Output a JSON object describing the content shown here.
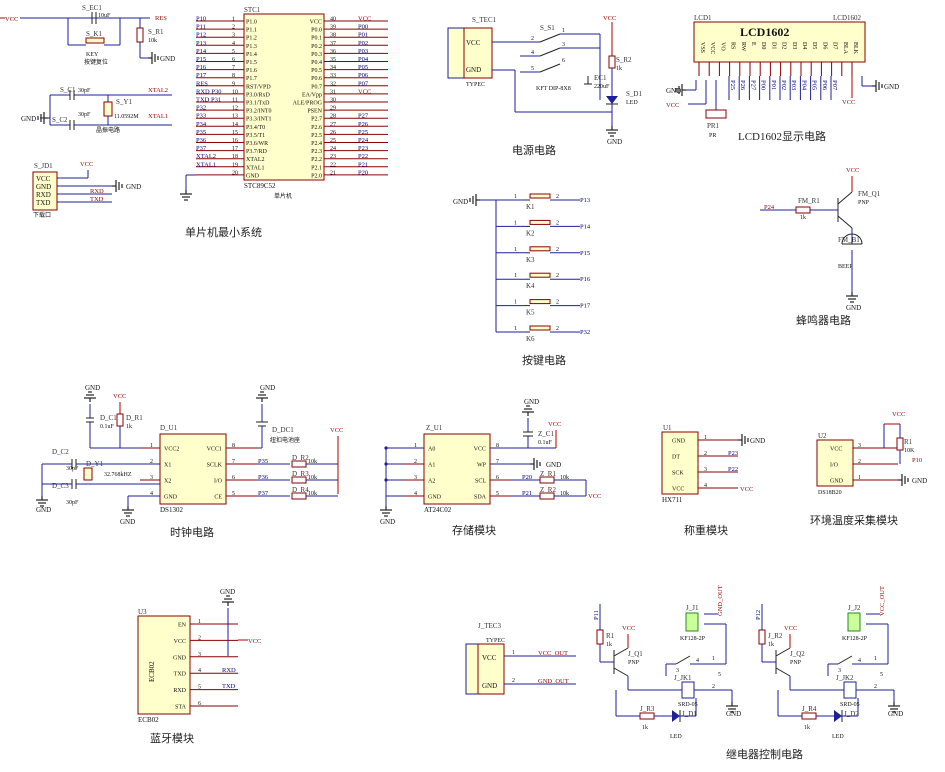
{
  "power": {
    "vcc": "VCC",
    "gnd": "GND"
  },
  "sections": {
    "mcu": "单片机最小系统",
    "power": "电源电路",
    "lcd": "LCD1602显示电路",
    "buttons": "按键电路",
    "buzzer": "蜂鸣器电路",
    "clock": "时钟电路",
    "storage": "存储模块",
    "weight": "称重模块",
    "temp": "环境温度采集模块",
    "bluetooth": "蓝牙模块",
    "relay": "继电器控制电路"
  },
  "reset": {
    "cap": "S_EC1",
    "cap_val": "10uF",
    "res": "S_R1",
    "res_val": "10k",
    "key": "S_K1",
    "key_lbl": "KEY",
    "net": "RES",
    "note": "按键复位"
  },
  "crystal": {
    "c1": "S_C1",
    "c2": "S_C2",
    "c_val": "30pF",
    "xtal": "S_Y1",
    "freq": "11.0592M",
    "n1": "XTAL2",
    "n2": "XTAL1",
    "note": "晶振电路"
  },
  "download": {
    "ref": "S_JD1",
    "pins": [
      "VCC",
      "GND",
      "RXD",
      "TXD"
    ],
    "nets": [
      "RXD",
      "TXD"
    ],
    "note": "下载口"
  },
  "mcu": {
    "ref": "STC1",
    "part": "STC89C52",
    "sub": "单片机",
    "left_pins": [
      {
        "num": "1",
        "name": "P1.0",
        "net": "P10"
      },
      {
        "num": "2",
        "name": "P1.1",
        "net": "P11"
      },
      {
        "num": "3",
        "name": "P1.2",
        "net": "P12"
      },
      {
        "num": "4",
        "name": "P1.3",
        "net": "P13"
      },
      {
        "num": "5",
        "name": "P1.4",
        "net": "P14"
      },
      {
        "num": "6",
        "name": "P1.5",
        "net": "P15"
      },
      {
        "num": "7",
        "name": "P1.6",
        "net": "P16"
      },
      {
        "num": "8",
        "name": "P1.7",
        "net": "P17"
      },
      {
        "num": "9",
        "name": "RST/VPD",
        "net": "RES"
      },
      {
        "num": "10",
        "name": "P3.0/RxD",
        "net": "RXD P30"
      },
      {
        "num": "11",
        "name": "P3.1/TxD",
        "net": "TXD P31"
      },
      {
        "num": "12",
        "name": "P3.2/INT0",
        "net": "P32"
      },
      {
        "num": "13",
        "name": "P3.3/INT1",
        "net": "P33"
      },
      {
        "num": "14",
        "name": "P3.4/T0",
        "net": "P34"
      },
      {
        "num": "15",
        "name": "P3.5/T1",
        "net": "P35"
      },
      {
        "num": "16",
        "name": "P3.6/WR",
        "net": "P36"
      },
      {
        "num": "17",
        "name": "P3.7/RD",
        "net": "P37"
      },
      {
        "num": "18",
        "name": "XTAL2",
        "net": "XTAL2"
      },
      {
        "num": "19",
        "name": "XTAL1",
        "net": "XTAL1"
      },
      {
        "num": "20",
        "name": "GND",
        "net": ""
      }
    ],
    "right_pins": [
      {
        "num": "40",
        "name": "VCC",
        "net": "VCC"
      },
      {
        "num": "39",
        "name": "P0.0",
        "net": "P00"
      },
      {
        "num": "38",
        "name": "P0.1",
        "net": "P01"
      },
      {
        "num": "37",
        "name": "P0.2",
        "net": "P02"
      },
      {
        "num": "36",
        "name": "P0.3",
        "net": "P03"
      },
      {
        "num": "35",
        "name": "P0.4",
        "net": "P04"
      },
      {
        "num": "34",
        "name": "P0.5",
        "net": "P05"
      },
      {
        "num": "33",
        "name": "P0.6",
        "net": "P06"
      },
      {
        "num": "32",
        "name": "P0.7",
        "net": "P07"
      },
      {
        "num": "31",
        "name": "EA/Vpp",
        "net": "VCC"
      },
      {
        "num": "30",
        "name": "ALE/PROG",
        "net": ""
      },
      {
        "num": "29",
        "name": "PSEN",
        "net": ""
      },
      {
        "num": "28",
        "name": "P2.7",
        "net": "P27"
      },
      {
        "num": "27",
        "name": "P2.6",
        "net": "P26"
      },
      {
        "num": "26",
        "name": "P2.5",
        "net": "P25"
      },
      {
        "num": "25",
        "name": "P2.4",
        "net": "P24"
      },
      {
        "num": "24",
        "name": "P2.3",
        "net": "P23"
      },
      {
        "num": "23",
        "name": "P2.2",
        "net": "P22"
      },
      {
        "num": "22",
        "name": "P2.1",
        "net": "P21"
      },
      {
        "num": "21",
        "name": "P2.0",
        "net": "P20"
      }
    ]
  },
  "power_circuit": {
    "jack": "S_TEC1",
    "jack_type": "TYPEC",
    "pins": [
      "VCC",
      "GND"
    ],
    "switch": "S_S1",
    "switch_type": "KFT DIP-8X8",
    "cap": "EC1",
    "cap_val": "220uF",
    "res": "S_R2",
    "res_val": "1k",
    "led": "S_D1",
    "led_lbl": "LED",
    "sw_nums": [
      "1",
      "2",
      "3",
      "4",
      "5",
      "6"
    ]
  },
  "lcd": {
    "ref": "LCD1602",
    "ref2": "LCD1602",
    "ref3": "LCD1",
    "pins": [
      "VSS",
      "VCC",
      "VO",
      "RS",
      "RW",
      "E",
      "D0",
      "D1",
      "D2",
      "D3",
      "D4",
      "D5",
      "D6",
      "D7",
      "BLA",
      "BLK"
    ],
    "nets": [
      "P25",
      "P26",
      "P27",
      "P00",
      "P01",
      "P02",
      "P03",
      "P04",
      "P05",
      "P06",
      "P07"
    ],
    "pot": "PR1",
    "pot_lbl": "PR"
  },
  "buttons": {
    "keys": [
      {
        "ref": "K1",
        "net": "P13"
      },
      {
        "ref": "K2",
        "net": "P14"
      },
      {
        "ref": "K3",
        "net": "P15"
      },
      {
        "ref": "K4",
        "net": "P16"
      },
      {
        "ref": "K5",
        "net": "P17"
      },
      {
        "ref": "K6",
        "net": "P32"
      }
    ],
    "pin1": "1",
    "pin2": "2"
  },
  "buzzer": {
    "net": "P24",
    "res": "FM_R1",
    "res_val": "1k",
    "q": "FM_Q1",
    "q_type": "PNP",
    "bz": "FM_B1",
    "bz_lbl": "BEEP"
  },
  "clock": {
    "ref": "D_U1",
    "part": "DS1302",
    "pins_l": [
      "VCC2",
      "X1",
      "X2",
      "GND"
    ],
    "pins_r": [
      "VCC1",
      "SCLK",
      "I/O",
      "CE"
    ],
    "nums_l": [
      "1",
      "2",
      "3",
      "4"
    ],
    "nums_r": [
      "8",
      "7",
      "6",
      "5"
    ],
    "c1": "D_C1",
    "c1_val": "0.1uF",
    "r1": "D_R1",
    "r1_val": "1k",
    "c2": "D_C2",
    "c3": "D_C3",
    "c_val": "30pF",
    "xtal": "D_Y1",
    "freq": "32.768kHZ",
    "dc": "D_DC1",
    "dc_lbl": "纽扣电池座",
    "nets": [
      "P35",
      "P36",
      "P37"
    ],
    "rs": [
      "D_R2",
      "D_R3",
      "D_R4"
    ],
    "r_val": "10k"
  },
  "storage": {
    "ref": "Z_U1",
    "part": "AT24C02",
    "pins_l": [
      "A0",
      "A1",
      "A2",
      "GND"
    ],
    "pins_r": [
      "VCC",
      "WP",
      "SCL",
      "SDA"
    ],
    "nums_l": [
      "1",
      "2",
      "3",
      "4"
    ],
    "nums_r": [
      "8",
      "7",
      "6",
      "5"
    ],
    "cap": "Z_C1",
    "cap_val": "0.1uF",
    "nets": [
      "P20",
      "P21"
    ],
    "r1": "Z_R1",
    "r2": "Z_R2",
    "r_val": "10k"
  },
  "weight": {
    "ref": "U1",
    "part": "HX711",
    "pins": [
      "GND",
      "DT",
      "SCK",
      "VCC"
    ],
    "nums": [
      "1",
      "2",
      "3",
      "4"
    ],
    "nets": [
      "P23",
      "P22"
    ]
  },
  "temp": {
    "ref": "U2",
    "part": "DS18B20",
    "pins": [
      "VCC",
      "I/O",
      "GND"
    ],
    "nums": [
      "3",
      "2",
      "1"
    ],
    "res": "R1",
    "res_val": "10K",
    "net": "P10"
  },
  "bluetooth": {
    "ref": "U3",
    "part": "ECB02",
    "part2": "ECB02",
    "pins": [
      "EN",
      "VCC",
      "GND",
      "TXD",
      "RXD",
      "STA"
    ],
    "nums": [
      "1",
      "2",
      "3",
      "4",
      "5",
      "6"
    ],
    "nets": [
      "RXD",
      "TXD"
    ]
  },
  "typec2": {
    "ref": "J_TEC3",
    "type": "TYPEC",
    "pins": [
      "VCC",
      "GND"
    ],
    "nets": [
      "VCC_OUT",
      "GND_OUT"
    ]
  },
  "relay1": {
    "net": "P11",
    "r1": "R1",
    "r1_val": "1k",
    "q": "J_Q1",
    "q_type": "PNP",
    "jk": "J_JK1",
    "relay": "SRD-05",
    "r3": "J_R3",
    "r3_val": "1k",
    "led": "J_D1",
    "led_lbl": "LED",
    "j": "J_J1",
    "j_type": "KF128-2P",
    "out": "GND_OUT"
  },
  "relay2": {
    "net": "P12",
    "r1": "J_R2",
    "r1_val": "1k",
    "q": "J_Q2",
    "q_type": "PNP",
    "jk": "J_JK2",
    "relay": "SRD-05",
    "r3": "J_R4",
    "r3_val": "1k",
    "led": "J_D2",
    "led_lbl": "LED",
    "j": "J_J2",
    "j_type": "KF128-2P",
    "out": "VCC_OUT"
  }
}
